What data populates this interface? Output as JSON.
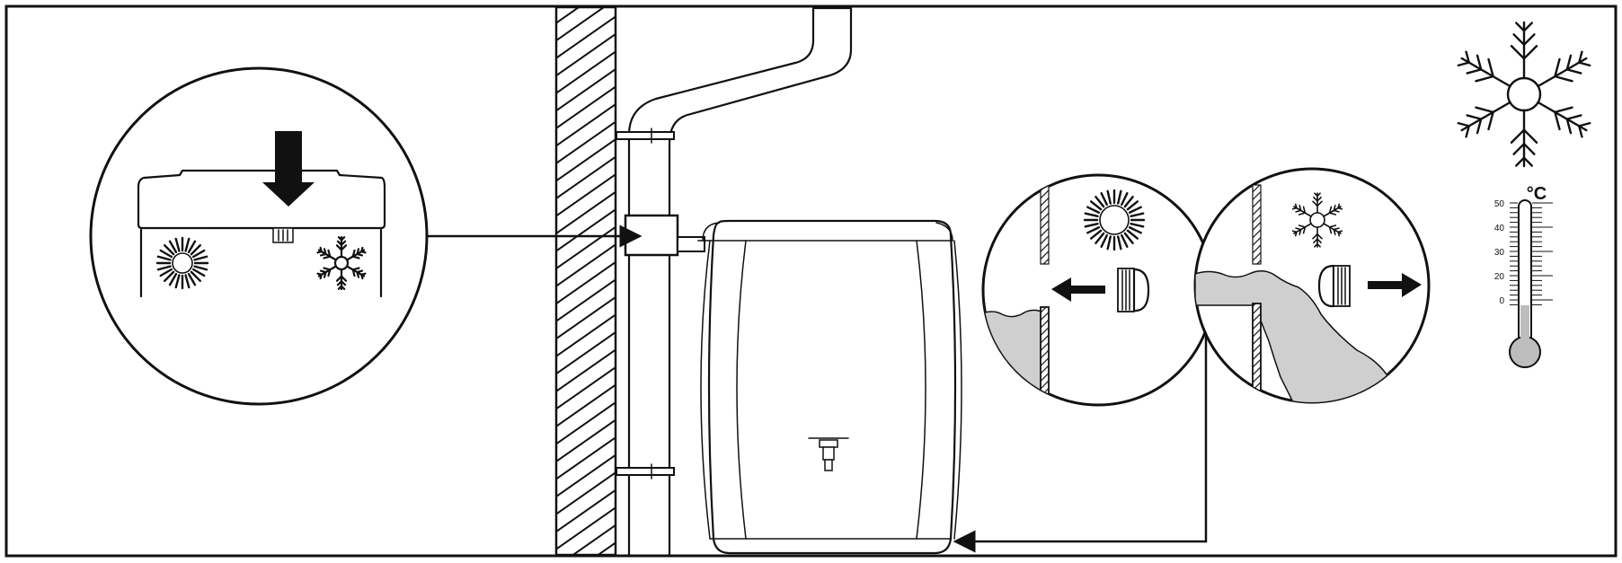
{
  "thermometer": {
    "unit": "°C",
    "scale_labels": [
      "50",
      "40",
      "30",
      "20",
      "0"
    ],
    "fill_level_celsius": 0
  },
  "icons": {
    "summer_symbol": "sun-icon",
    "winter_symbol": "snowflake-icon",
    "tap": "tap-icon",
    "temperature": "thermometer-icon"
  },
  "colors": {
    "line": "#111111",
    "water": "#cfcfcf",
    "thermometer_fill": "#bdbdbd",
    "background": "#ffffff"
  }
}
